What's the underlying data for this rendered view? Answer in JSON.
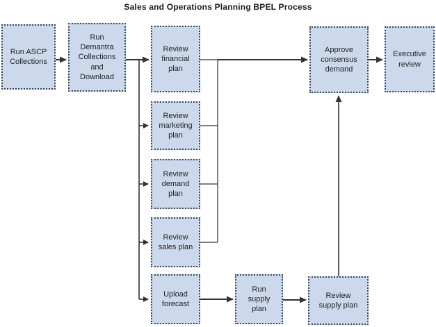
{
  "title": "Sales and Operations Planning BPEL Process",
  "colors": {
    "node_fill": "#ccd9ed",
    "node_border": "#39445a",
    "connector": "#333333",
    "text": "#1f1f1f",
    "background": "#ffffff"
  },
  "nodes": {
    "run_ascp": {
      "label": "Run ASCP\nCollections"
    },
    "run_demantra": {
      "label": "Run\nDemantra\nCollections\nand\nDownload"
    },
    "review_financial": {
      "label": "Review\nfinancial\nplan"
    },
    "review_marketing": {
      "label": "Review\nmarketing\nplan"
    },
    "review_demand": {
      "label": "Review\ndemand\nplan"
    },
    "review_sales": {
      "label": "Review\nsales plan"
    },
    "upload_forecast": {
      "label": "Upload\nforecast"
    },
    "run_supply": {
      "label": "Run\nsupply\nplan"
    },
    "review_supply": {
      "label": "Review\nsupply plan"
    },
    "approve_consensus": {
      "label": "Approve\nconsensus\ndemand"
    },
    "executive_review": {
      "label": "Executive\nreview"
    }
  },
  "edges": [
    {
      "from": "run_ascp",
      "to": "run_demantra",
      "type": "arrow"
    },
    {
      "from": "run_demantra",
      "to": "review_financial",
      "type": "arrow"
    },
    {
      "from": "run_demantra",
      "to": "review_marketing",
      "type": "arrow"
    },
    {
      "from": "run_demantra",
      "to": "review_demand",
      "type": "arrow"
    },
    {
      "from": "run_demantra",
      "to": "review_sales",
      "type": "arrow"
    },
    {
      "from": "run_demantra",
      "to": "upload_forecast",
      "type": "arrow"
    },
    {
      "from": "review_financial",
      "to": "approve_consensus",
      "type": "arrow"
    },
    {
      "from": "review_marketing",
      "to": "approve_consensus",
      "type": "arrow"
    },
    {
      "from": "review_demand",
      "to": "approve_consensus",
      "type": "arrow"
    },
    {
      "from": "review_sales",
      "to": "approve_consensus",
      "type": "arrow"
    },
    {
      "from": "upload_forecast",
      "to": "run_supply",
      "type": "arrow"
    },
    {
      "from": "run_supply",
      "to": "review_supply",
      "type": "arrow"
    },
    {
      "from": "review_supply",
      "to": "approve_consensus",
      "type": "arrow"
    },
    {
      "from": "approve_consensus",
      "to": "executive_review",
      "type": "arrow"
    }
  ]
}
